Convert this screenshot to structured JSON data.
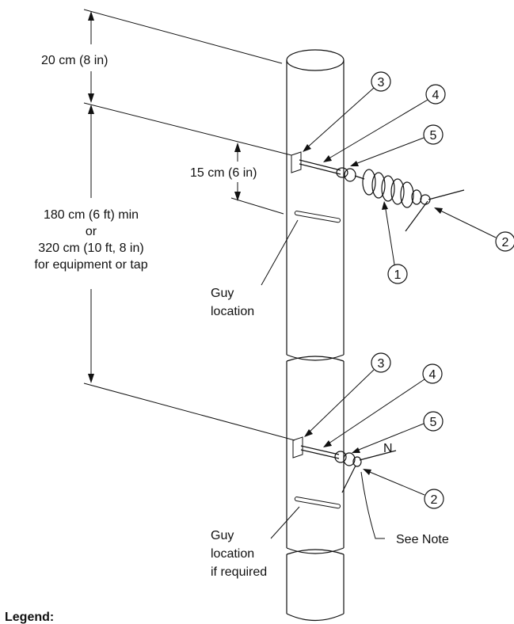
{
  "dimensions": {
    "top_offset": "20 cm (8 in)",
    "guy_offset": "15 cm (6 in)",
    "span_line1": "180 cm (6 ft) min",
    "span_line2": "or",
    "span_line3": "320 cm (10 ft, 8 in)",
    "span_line4": "for equipment or tap"
  },
  "labels": {
    "guy_location_1": "Guy",
    "guy_location_2": "location",
    "guy_if_required_1": "Guy",
    "guy_if_required_2": "location",
    "guy_if_required_3": "if required",
    "see_note": "See Note",
    "neutral": "N",
    "legend_heading": "Legend:"
  },
  "callouts": {
    "upper": [
      "3",
      "4",
      "5",
      "1",
      "2"
    ],
    "lower": [
      "3",
      "4",
      "5",
      "2"
    ]
  }
}
